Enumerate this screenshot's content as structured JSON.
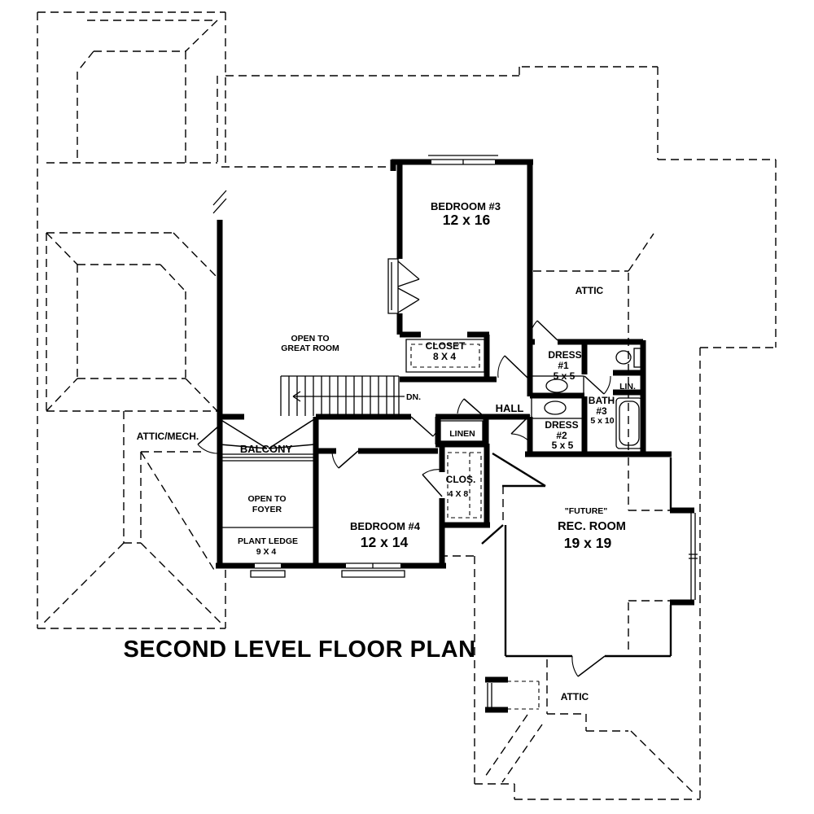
{
  "title": "SECOND LEVEL FLOOR PLAN",
  "colors": {
    "ink": "#000000",
    "paper": "#ffffff"
  },
  "labels": {
    "bedroom3_name": "BEDROOM #3",
    "bedroom3_dims": "12 x 16",
    "bedroom4_name": "BEDROOM #4",
    "bedroom4_dims": "12 x 14",
    "closet_name": "CLOSET",
    "closet_dims": "8 X 4",
    "clos4_name": "CLOS.",
    "clos4_dims": "4 X 8",
    "dress1_name": "DRESS",
    "dress1_num": "#1",
    "dress1_dims": "5 x 5",
    "dress2_name": "DRESS",
    "dress2_num": "#2",
    "dress2_dims": "5 x 5",
    "bath3_name": "BATH",
    "bath3_num": "#3",
    "bath3_dims": "5 x 10",
    "rec_prefix": "\"FUTURE\"",
    "rec_name": "REC. ROOM",
    "rec_dims": "19 x 19",
    "plant_name": "PLANT LEDGE",
    "plant_dims": "9 X 4",
    "hall": "HALL",
    "linen": "LINEN",
    "lin": "LIN.",
    "balcony": "BALCONY",
    "attic_upper": "ATTIC",
    "attic_lower": "ATTIC",
    "attic_mech": "ATTIC/MECH.",
    "open_great_1": "OPEN TO",
    "open_great_2": "GREAT ROOM",
    "open_foyer_1": "OPEN TO",
    "open_foyer_2": "FOYER",
    "down": "DN."
  }
}
